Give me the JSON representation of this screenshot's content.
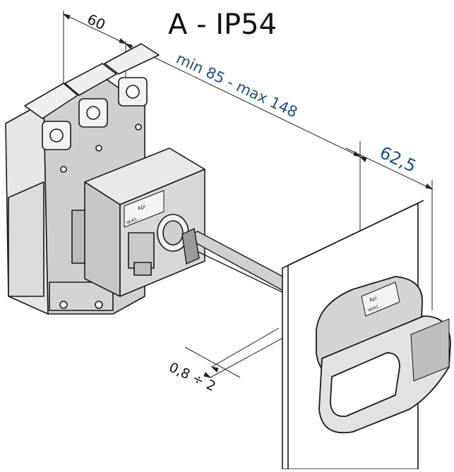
{
  "title": "A - IP54",
  "dimensions": {
    "depth": "60",
    "shaft_range": "min 85 - max 148",
    "handle_depth": "62,5",
    "panel_thickness": "0,8 ÷ 2"
  },
  "breaker_label": {
    "brand": "Api",
    "text": "W/A1..."
  },
  "handle_label": {
    "brand": "Api",
    "text": "W/A1..."
  },
  "colors": {
    "line": "#1a1a1a",
    "dimension_text_blue": "#1f4e8c",
    "body_gray": "#d9d9d9",
    "dark_gray": "#595959",
    "background": "#ffffff"
  }
}
